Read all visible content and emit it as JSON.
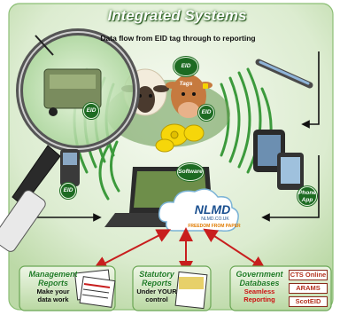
{
  "title": "Integrated Systems",
  "subtitle": "Data flow from EID tag through to reporting",
  "badges": {
    "eid_tags": "EID Tags",
    "software": "Software",
    "phone_app": "Phone App",
    "eid_left": "EID",
    "eid_right": "EID",
    "eid_reader": "EID"
  },
  "cloud": {
    "logo": "NLMD",
    "sub": "NLMD.CO.UK",
    "foot": "FREEDOM FROM PAPER"
  },
  "panels": {
    "management": {
      "title_1": "Management",
      "title_2": "Reports",
      "text_1": "Make your",
      "text_2": "data work"
    },
    "statutory": {
      "title_1": "Statutory",
      "title_2": "Reports",
      "text_1": "Under YOUR",
      "text_2": "control"
    },
    "government": {
      "title_1": "Government",
      "title_2": "Databases",
      "text_1": "Seamless",
      "text_2": "Reporting",
      "databases": [
        "CTS Online",
        "ARAMS",
        "ScotEID"
      ]
    }
  },
  "colors": {
    "background_gradient": [
      "#f2f7ec",
      "#c7e0b4"
    ],
    "brand_green": "#1d6b22",
    "wave_green": "#3c9a3c",
    "arrow_red": "#c81e1e",
    "database_text": "#b4321f"
  }
}
